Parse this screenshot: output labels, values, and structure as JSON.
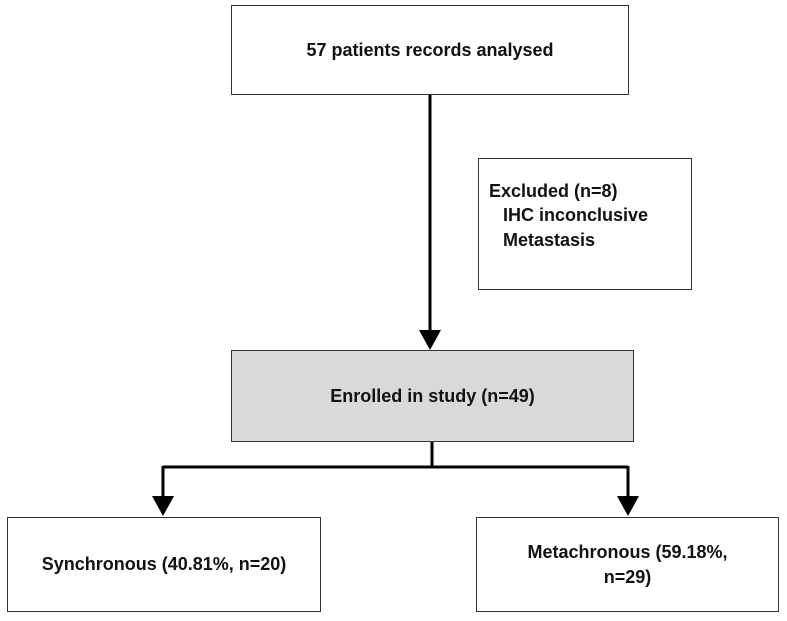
{
  "flowchart": {
    "top_box": {
      "label": "57 patients records analysed"
    },
    "excluded_box": {
      "title": "Excluded (n=8)",
      "reasons": [
        "IHC inconclusive",
        "Metastasis"
      ]
    },
    "enrolled_box": {
      "label": "Enrolled in study (n=49)"
    },
    "left_box": {
      "label": "Synchronous (40.81%, n=20)"
    },
    "right_box": {
      "line1": "Metachronous (59.18%,",
      "line2": "n=29)"
    }
  },
  "colors": {
    "border": "#333333",
    "shaded_fill": "#d9d9d9",
    "arrow": "#000000"
  }
}
